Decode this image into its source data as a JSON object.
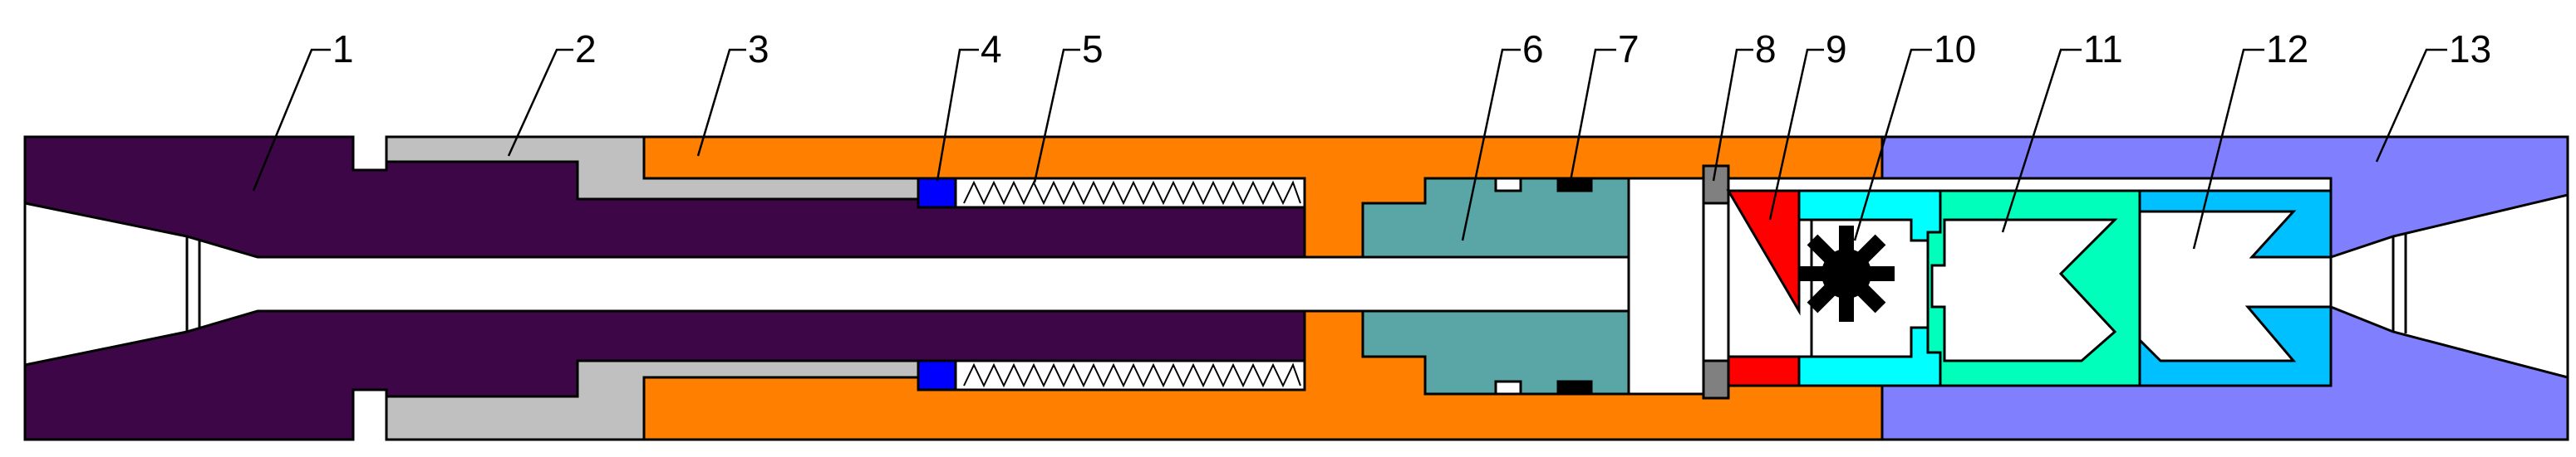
{
  "labels": {
    "l1": "1",
    "l2": "2",
    "l3": "3",
    "l4": "4",
    "l5": "5",
    "l6": "6",
    "l7": "7",
    "l8": "8",
    "l9": "9",
    "l10": "10",
    "l11": "11",
    "l12": "12",
    "l13": "13"
  },
  "colors": {
    "part1": "#3d0747",
    "part2": "#c0c0c0",
    "part3": "#ff8000",
    "part4": "#0000ff",
    "part6": "#5aa5a5",
    "part8": "#808080",
    "part9": "#ff0000",
    "part10": "#000000",
    "part11_cyan": "#00ffff",
    "part11_green": "#00ffbb",
    "part12": "#00c0ff",
    "part13": "#8080ff",
    "outline": "#000000"
  }
}
